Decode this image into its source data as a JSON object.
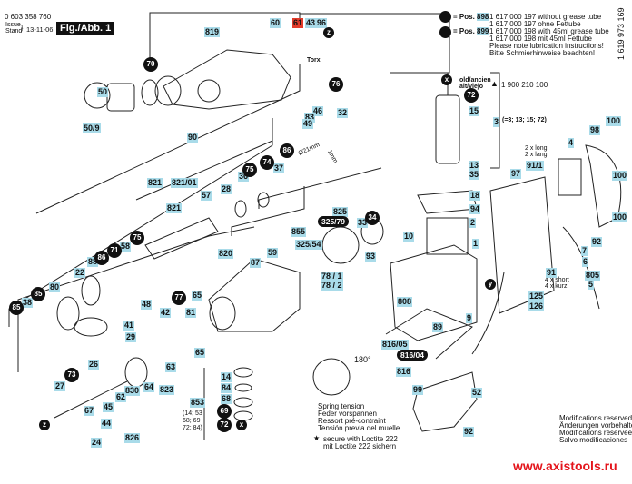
{
  "header": {
    "part_number": "0 603 358 760",
    "issue_label_1": "Issue",
    "issue_label_2": "Stand",
    "issue_date": "13-11-06",
    "figure_label": "Fig./Abb. 1",
    "doc_number_vertical": "1 619 973 169"
  },
  "grease_note": {
    "pos898_label": "= Pos.",
    "pos898_number": "898",
    "pos898_line1": "1 617 000 197 without grease tube",
    "pos898_line2": "1 617 000 197 ohne Fettube",
    "pos899_label": "= Pos.",
    "pos899_number": "899",
    "pos899_line1": "1 617 000 198 with 45ml grease tube",
    "pos899_line2": "1 617 000 198 mit 45ml Fettube",
    "instruction_en": "Please note lubrication instructions!",
    "instruction_de": "Bitte Schmierhinweise beachten!"
  },
  "old_note": {
    "label_1": "old/ancien",
    "label_2": "alt/viejo",
    "part": "1 900 210 100",
    "armature_group": "(=3; 13; 15; 72)"
  },
  "spring_note": {
    "angle": "180°",
    "line1": "Spring tension",
    "line2": "Feder vorspannen",
    "line3": "Ressort pré-contraint",
    "line4": "Tensión previa del muelle"
  },
  "loctite_note": {
    "line1": "secure with Loctite 222",
    "line2": "mit Loctite 222 sichern"
  },
  "screw_notes": {
    "long_1": "2 x long",
    "long_2": "2 x lang",
    "short_1": "4 x short",
    "short_2": "4 x kurz"
  },
  "bearing_group_note": {
    "line1": "(14; 53",
    "line2": "68; 69",
    "line3": "72; 84)"
  },
  "tool_notes": {
    "torx": "Torx",
    "diameter": "Ø21mm",
    "length": "1mm"
  },
  "footer": {
    "mod_en": "Modifications reserved",
    "mod_de": "Änderungen vorbehalten",
    "mod_fr": "Modifications réservées",
    "mod_es": "Salvo modificaciones",
    "website": "www.axistools.ru"
  },
  "labels": [
    {
      "id": "819",
      "text": "819"
    },
    {
      "id": "60",
      "text": "60"
    },
    {
      "id": "61",
      "text": "61"
    },
    {
      "id": "43",
      "text": "43"
    },
    {
      "id": "96",
      "text": "96"
    },
    {
      "id": "50",
      "text": "50"
    },
    {
      "id": "50-9",
      "text": "50/9"
    },
    {
      "id": "90",
      "text": "90"
    },
    {
      "id": "46",
      "text": "46"
    },
    {
      "id": "83",
      "text": "83"
    },
    {
      "id": "49",
      "text": "49"
    },
    {
      "id": "32",
      "text": "32"
    },
    {
      "id": "821a",
      "text": "821"
    },
    {
      "id": "821-01",
      "text": "821/01"
    },
    {
      "id": "57",
      "text": "57"
    },
    {
      "id": "28",
      "text": "28"
    },
    {
      "id": "36",
      "text": "36"
    },
    {
      "id": "37",
      "text": "37"
    },
    {
      "id": "821b",
      "text": "821"
    },
    {
      "id": "58",
      "text": "58"
    },
    {
      "id": "88",
      "text": "88"
    },
    {
      "id": "22",
      "text": "22"
    },
    {
      "id": "80",
      "text": "80"
    },
    {
      "id": "38",
      "text": "38"
    },
    {
      "id": "48",
      "text": "48"
    },
    {
      "id": "41",
      "text": "41"
    },
    {
      "id": "29",
      "text": "29"
    },
    {
      "id": "42",
      "text": "42"
    },
    {
      "id": "81",
      "text": "81"
    },
    {
      "id": "65a",
      "text": "65"
    },
    {
      "id": "65b",
      "text": "65"
    },
    {
      "id": "820",
      "text": "820"
    },
    {
      "id": "87",
      "text": "87"
    },
    {
      "id": "59",
      "text": "59"
    },
    {
      "id": "855",
      "text": "855"
    },
    {
      "id": "825",
      "text": "825"
    },
    {
      "id": "325-54",
      "text": "325/54"
    },
    {
      "id": "33",
      "text": "33"
    },
    {
      "id": "93",
      "text": "93"
    },
    {
      "id": "78-1",
      "text": "78 / 1"
    },
    {
      "id": "78-2",
      "text": "78 / 2"
    },
    {
      "id": "26",
      "text": "26"
    },
    {
      "id": "27",
      "text": "27"
    },
    {
      "id": "62",
      "text": "62"
    },
    {
      "id": "63",
      "text": "63"
    },
    {
      "id": "64",
      "text": "64"
    },
    {
      "id": "830",
      "text": "830"
    },
    {
      "id": "823",
      "text": "823"
    },
    {
      "id": "67",
      "text": "67"
    },
    {
      "id": "45",
      "text": "45"
    },
    {
      "id": "44",
      "text": "44"
    },
    {
      "id": "24",
      "text": "24"
    },
    {
      "id": "826",
      "text": "826"
    },
    {
      "id": "14",
      "text": "14"
    },
    {
      "id": "84",
      "text": "84"
    },
    {
      "id": "68",
      "text": "68"
    },
    {
      "id": "853",
      "text": "853"
    },
    {
      "id": "15",
      "text": "15"
    },
    {
      "id": "3",
      "text": "3"
    },
    {
      "id": "13",
      "text": "13"
    },
    {
      "id": "35",
      "text": "35"
    },
    {
      "id": "18",
      "text": "18"
    },
    {
      "id": "94",
      "text": "94"
    },
    {
      "id": "2",
      "text": "2"
    },
    {
      "id": "10",
      "text": "10"
    },
    {
      "id": "1",
      "text": "1"
    },
    {
      "id": "808",
      "text": "808"
    },
    {
      "id": "9",
      "text": "9"
    },
    {
      "id": "89",
      "text": "89"
    },
    {
      "id": "816-05",
      "text": "816/05"
    },
    {
      "id": "816",
      "text": "816"
    },
    {
      "id": "99",
      "text": "99"
    },
    {
      "id": "52",
      "text": "52"
    },
    {
      "id": "92a",
      "text": "92"
    },
    {
      "id": "97",
      "text": "97"
    },
    {
      "id": "91-1",
      "text": "91/1"
    },
    {
      "id": "4",
      "text": "4"
    },
    {
      "id": "98",
      "text": "98"
    },
    {
      "id": "100a",
      "text": "100"
    },
    {
      "id": "100b",
      "text": "100"
    },
    {
      "id": "100c",
      "text": "100"
    },
    {
      "id": "92b",
      "text": "92"
    },
    {
      "id": "7",
      "text": "7"
    },
    {
      "id": "6",
      "text": "6"
    },
    {
      "id": "91",
      "text": "91"
    },
    {
      "id": "805",
      "text": "805"
    },
    {
      "id": "5",
      "text": "5"
    },
    {
      "id": "125",
      "text": "125"
    },
    {
      "id": "126",
      "text": "126"
    }
  ],
  "grease_markers": [
    {
      "id": "70",
      "text": "70"
    },
    {
      "id": "76",
      "text": "76"
    },
    {
      "id": "86a",
      "text": "86"
    },
    {
      "id": "74",
      "text": "74"
    },
    {
      "id": "75a",
      "text": "75"
    },
    {
      "id": "75b",
      "text": "75"
    },
    {
      "id": "71",
      "text": "71"
    },
    {
      "id": "86b",
      "text": "86"
    },
    {
      "id": "85a",
      "text": "85"
    },
    {
      "id": "85b",
      "text": "85"
    },
    {
      "id": "77",
      "text": "77"
    },
    {
      "id": "73",
      "text": "73"
    },
    {
      "id": "34",
      "text": "34"
    },
    {
      "id": "69",
      "text": "69"
    },
    {
      "id": "72a",
      "text": "72"
    },
    {
      "id": "72b",
      "text": "72"
    },
    {
      "id": "z1",
      "text": "z"
    },
    {
      "id": "z2",
      "text": "z"
    },
    {
      "id": "x1",
      "text": "x"
    },
    {
      "id": "x2",
      "text": "x"
    },
    {
      "id": "y",
      "text": "y"
    }
  ],
  "pill_labels": [
    {
      "id": "325-79",
      "text": "325/79"
    },
    {
      "id": "816-04",
      "text": "816/04"
    }
  ]
}
